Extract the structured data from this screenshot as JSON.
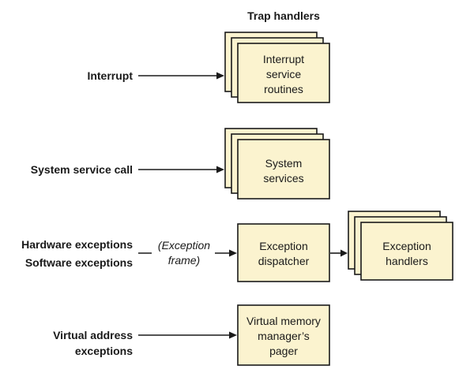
{
  "header": {
    "title": "Trap handlers"
  },
  "inputs": {
    "interrupt": "Interrupt",
    "system_service_call": "System service call",
    "hardware_exceptions": "Hardware exceptions",
    "software_exceptions": "Software exceptions",
    "virtual_address_line1": "Virtual address",
    "virtual_address_line2": "exceptions"
  },
  "annotations": {
    "exception_frame_line1": "(Exception",
    "exception_frame_line2": "frame)"
  },
  "handlers": {
    "interrupt_service": [
      "Interrupt",
      "service",
      "routines"
    ],
    "system_services": [
      "System",
      "services"
    ],
    "exception_dispatcher": [
      "Exception",
      "dispatcher"
    ],
    "exception_handlers": [
      "Exception",
      "handlers"
    ],
    "vm_pager": [
      "Virtual memory",
      "manager’s",
      "pager"
    ]
  },
  "colors": {
    "box_fill": "#fbf3cf",
    "stroke": "#1a1a1a"
  }
}
